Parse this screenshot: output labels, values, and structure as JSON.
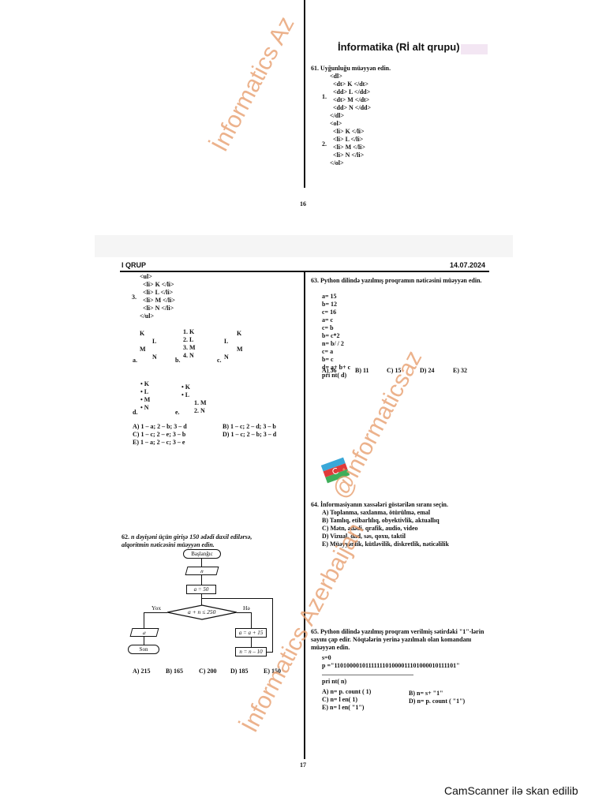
{
  "page_top": {
    "title": "İnformatika (Rİ alt qrupu)",
    "q61_label": "61.",
    "q61_text": "Uyğunluğu müəyyən edin.",
    "list1_num": "1.",
    "list1": [
      "<dl>",
      "<dt> K </dt>",
      "<dd> L </dd>",
      "<dt> M </dt>",
      "<dd> N </dd>",
      "</dl>"
    ],
    "list2_num": "2.",
    "list2": [
      "<ol>",
      "<li> K </li>",
      "<li> L </li>",
      "<li> M </li>",
      "<li> N </li>",
      "</ol>"
    ],
    "page_number": "16"
  },
  "page_bottom": {
    "group": "I QRUP",
    "date": "14.07.2024",
    "list3_num": "3.",
    "list3": [
      "<ul>",
      "<li> K </li>",
      "<li> L </li>",
      "<li> M </li>",
      "<li> N </li>",
      "</ul>"
    ],
    "opt_a": {
      "k": "K",
      "l": "L",
      "m": "M",
      "n": "N",
      "tag": "a."
    },
    "opt_b": {
      "items": [
        "1. K",
        "2. L",
        "3. M",
        "4. N"
      ],
      "tag": "b."
    },
    "opt_c": {
      "k": "K",
      "l": "L",
      "m": "M",
      "n": "N",
      "tag": "c."
    },
    "opt_d": {
      "items": [
        "• K",
        "• L",
        "• M",
        "• N"
      ],
      "tag": "d."
    },
    "opt_e": {
      "items": [
        "• K",
        "• L",
        "1. M",
        "2. N"
      ],
      "tag": "e."
    },
    "q61_answers": [
      "A) 1 – a; 2 – b; 3 – d",
      "B) 1 – c; 2 – d; 3 – b",
      "C) 1 – c; 2 – e; 3 – b",
      "D) 1 – c; 2 – b; 3 – d",
      "E) 1 – a; 2 – c; 3 – e"
    ],
    "q62_label": "62.",
    "q62_text": "n dəyişəni üçün girişə 150 ədədi daxil edilərsə, alqoritmin nəticəsini müəyyən edin.",
    "flow": {
      "start": "Başlanğıc",
      "input": "n",
      "assign": "a = 50",
      "cond": "a + n ≤ 250",
      "no": "Yox",
      "yes": "Hə",
      "out": "a",
      "end": "Son",
      "step1": "a = a + 15",
      "step2": "n = n – 10"
    },
    "q62_answers": [
      "A) 215",
      "B) 165",
      "C) 200",
      "D) 185",
      "E) 150"
    ],
    "q63_label": "63.",
    "q63_text": "Python dilində yazılmış proqramın nəticəsini müəyyən edin.",
    "q63_code": [
      "a= 15",
      "b= 12",
      "c= 16",
      "a= c",
      "c= b",
      "b= c*2",
      "n= b/ / 2",
      "c= a",
      "b= c",
      "d= a+ b+ c",
      "pri nt( d)"
    ],
    "q63_answers": [
      "A) 36",
      "B) 11",
      "C) 15",
      "D) 24",
      "E) 32"
    ],
    "q64_label": "64.",
    "q64_text": "İnformasiyanın xassələri göstərilən sıranı seçin.",
    "q64_answers": [
      "A) Toplanma, saxlanma, ötürülmə, emal",
      "B) Tamlıq, etibarlılıq, obyektivlik, aktuallıq",
      "C) Mətn, ədədi, qrafik, audio, video",
      "D) Vizual, dad, səs, qoxu, taktil",
      "E) Müəyyənlik, kütləvilik, diskretlik, nəticəlilik"
    ],
    "q65_label": "65.",
    "q65_text": "Python dilində yazılmış proqram verilmiş sətirdəki \"1\"-lərin sayını çap edir. Nöqtələrin yerinə yazılmalı olan komandanı müəyyən edin.",
    "q65_code": [
      "s=0",
      "p =\"1101000010111111101000011101000010111101\"",
      "..........................................................",
      "pri nt( n)"
    ],
    "q65_answers": [
      "A) n= p. count ( 1)",
      "B) n= s+ \"1\"",
      "C) n= l en( 1)",
      "D) n= p. count ( \"1\")",
      "E) n= l en( \"1\")"
    ],
    "page_number": "17"
  },
  "watermarks": [
    "İnformatics Az",
    "@informaticsaz",
    "İnformatics Azerbaijan"
  ],
  "footer": "CamScanner ilə skan edilib"
}
